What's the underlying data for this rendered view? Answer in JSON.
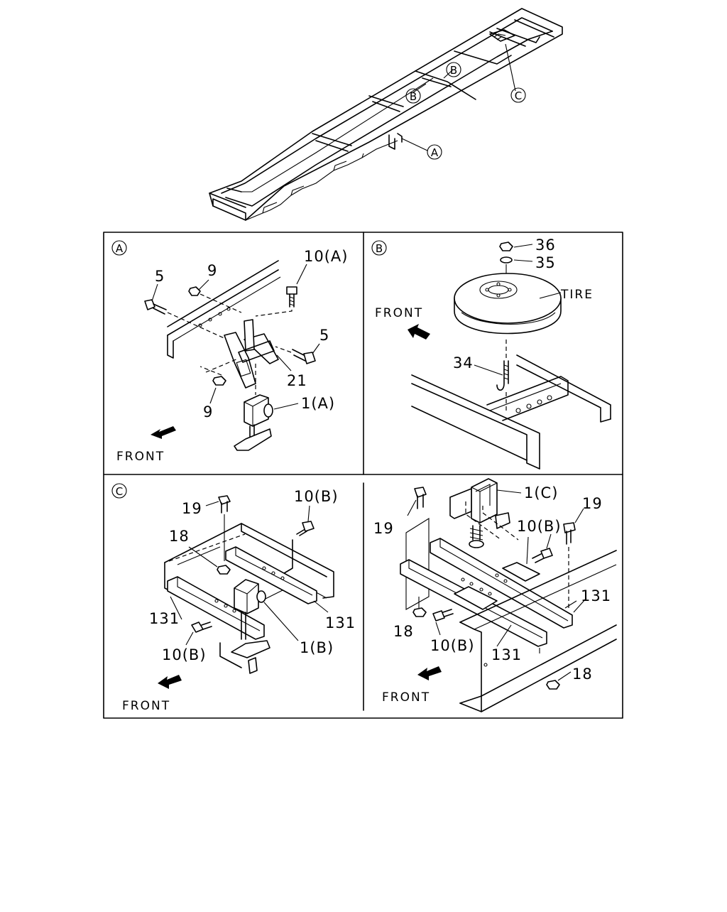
{
  "overview": {
    "callouts": [
      "B",
      "B",
      "C",
      "A"
    ]
  },
  "panels": {
    "A": {
      "tag": "A",
      "labels": [
        "10(A)",
        "5",
        "9",
        "5",
        "21",
        "9",
        "1(A)"
      ],
      "front": "FRONT"
    },
    "B": {
      "tag": "B",
      "labels": [
        "36",
        "35",
        "TIRE",
        "34"
      ],
      "front": "FRONT"
    },
    "C_left": {
      "tag": "C",
      "labels": [
        "19",
        "10(B)",
        "18",
        "131",
        "131",
        "1(B)",
        "10(B)"
      ],
      "front": "FRONT"
    },
    "C_right": {
      "labels": [
        "1(C)",
        "19",
        "19",
        "10(B)",
        "131",
        "18",
        "10(B)",
        "131",
        "18"
      ],
      "front": "FRONT"
    }
  }
}
